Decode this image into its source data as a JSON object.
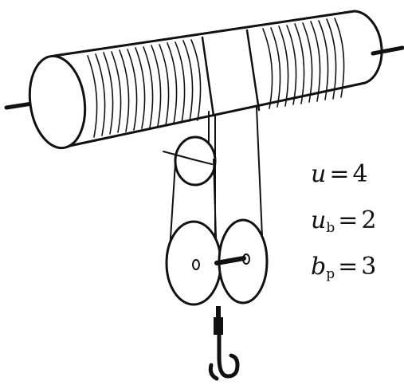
{
  "labels": {
    "u": {
      "symbol": "u",
      "subscript": "",
      "operator": "=",
      "value": "4"
    },
    "ub": {
      "symbol": "u",
      "subscript": "b",
      "operator": "=",
      "value": "2"
    },
    "bp": {
      "symbol": "b",
      "subscript": "p",
      "operator": "=",
      "value": "3"
    }
  },
  "colors": {
    "stroke": "#111111",
    "background": "#ffffff"
  }
}
